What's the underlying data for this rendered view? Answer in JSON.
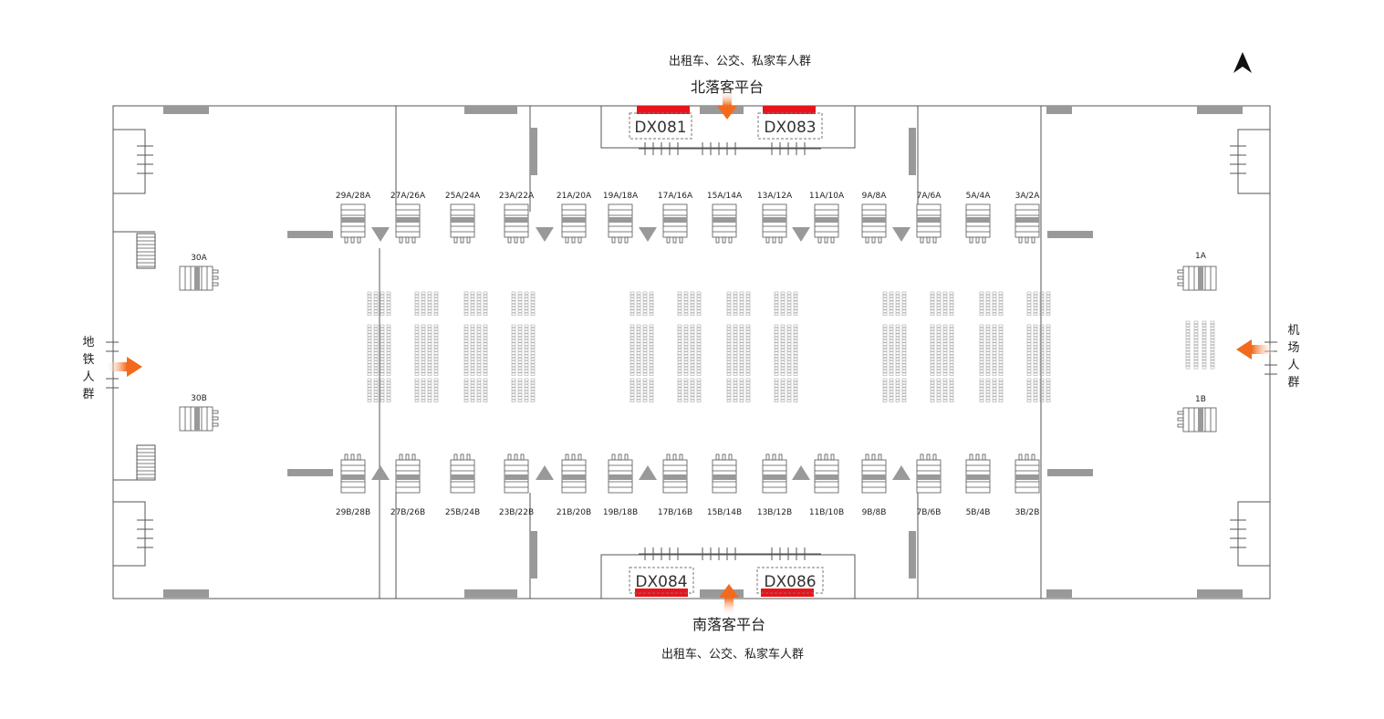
{
  "north": {
    "crowd": "出租车、公交、私家车人群",
    "platform": "北落客平台"
  },
  "south": {
    "crowd": "出租车、公交、私家车人群",
    "platform": "南落客平台"
  },
  "metro_crowd": "地铁人群",
  "airport_crowd": "机场人群",
  "ads": {
    "north": [
      "DX081",
      "DX083"
    ],
    "south": [
      "DX084",
      "DX086"
    ]
  },
  "gates_north": [
    "29A/28A",
    "27A/26A",
    "25A/24A",
    "23A/22A",
    "21A/20A",
    "19A/18A",
    "17A/16A",
    "15A/14A",
    "13A/12A",
    "11A/10A",
    "9A/8A",
    "7A/6A",
    "5A/4A",
    "3A/2A"
  ],
  "gates_south": [
    "29B/28B",
    "27B/26B",
    "25B/24B",
    "23B/22B",
    "21B/20B",
    "19B/18B",
    "17B/16B",
    "15B/14B",
    "13B/12B",
    "11B/10B",
    "9B/8B",
    "7B/6B",
    "5B/4B",
    "3B/2B"
  ],
  "gates_west": [
    "30A",
    "30B"
  ],
  "gates_east": [
    "1A",
    "1B"
  ],
  "colors": {
    "ad": "#e8141a",
    "arrow": "#f26b1d",
    "wall": "#999999",
    "line": "#555555"
  },
  "compass": "north-arrow-icon"
}
